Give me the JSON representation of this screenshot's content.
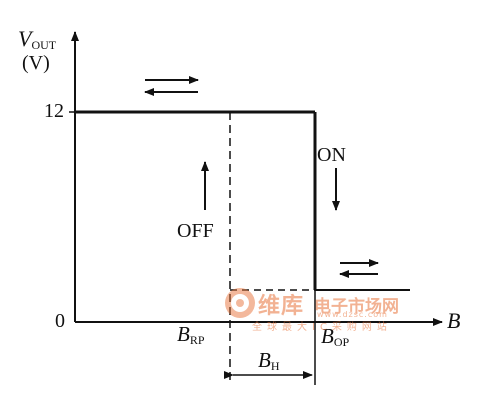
{
  "axes": {
    "y_symbol": "V",
    "y_subscript": "OUT",
    "y_unit": "(V)",
    "x_symbol": "B",
    "y_tick_high": "12",
    "origin": "0"
  },
  "points": {
    "brp_symbol": "B",
    "brp_sub": "RP",
    "bop_symbol": "B",
    "bop_sub": "OP",
    "bh_symbol": "B",
    "bh_sub": "H"
  },
  "states": {
    "on": "ON",
    "off": "OFF"
  },
  "watermark": {
    "brand_cn": "维库",
    "brand_cn2": "电子市场网",
    "url": "www.dzsc.com",
    "tagline": "全球最大IC采购网站"
  },
  "colors": {
    "ink": "#111111",
    "watermark": "#e8743b"
  }
}
